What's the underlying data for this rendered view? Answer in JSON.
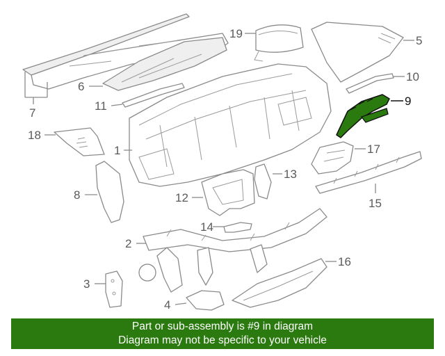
{
  "diagram": {
    "highlight_part": "9",
    "highlight_color": "#2a7a0f",
    "callouts": [
      "1",
      "2",
      "3",
      "4",
      "5",
      "6",
      "7",
      "8",
      "9",
      "10",
      "11",
      "12",
      "13",
      "14",
      "15",
      "16",
      "17",
      "18",
      "19"
    ]
  },
  "banner": {
    "line1": "Part or sub-assembly is #9 in diagram",
    "line2": "Diagram may not be specific to your vehicle",
    "background": "#2a7a0f",
    "text_color": "#ffffff"
  }
}
